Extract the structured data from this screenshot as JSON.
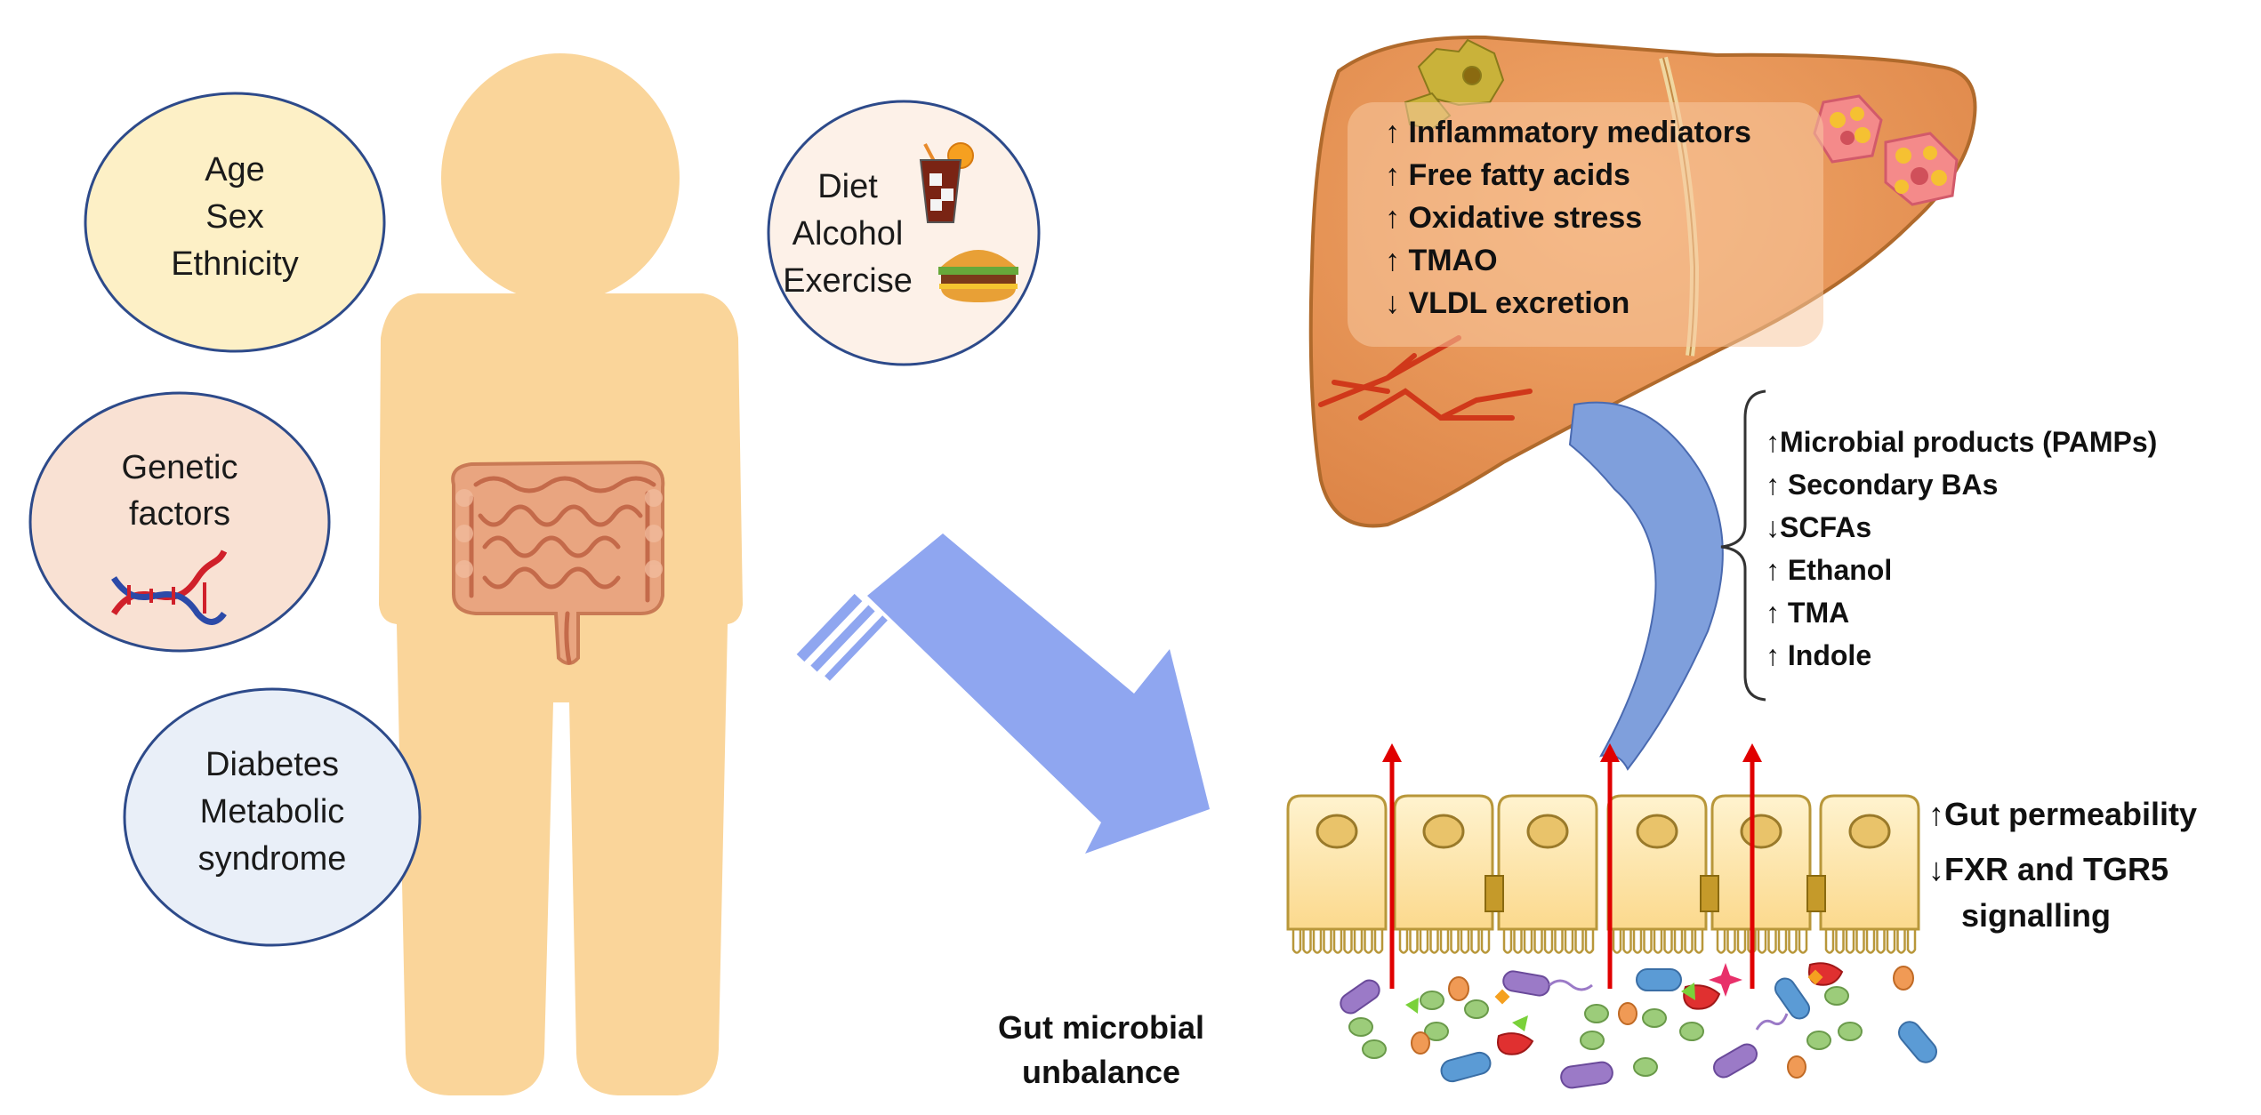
{
  "risk_factors": {
    "demographics": [
      "Age",
      "Sex",
      "Ethnicity"
    ],
    "lifestyle": [
      "Diet",
      "Alcohol",
      "Exercise"
    ],
    "genetic": [
      "Genetic",
      "factors"
    ],
    "metabolic": [
      "Diabetes",
      "Metabolic",
      "syndrome"
    ]
  },
  "liver_effects": [
    {
      "arrow": "↑",
      "text": "Inflammatory mediators"
    },
    {
      "arrow": "↑",
      "text": "Free fatty acids"
    },
    {
      "arrow": "↑",
      "text": "Oxidative stress"
    },
    {
      "arrow": "↑",
      "text": "TMAO"
    },
    {
      "arrow": "↓",
      "text": "VLDL excretion"
    }
  ],
  "microbial_products": [
    {
      "arrow": "↑",
      "text": "Microbial products (PAMPs)"
    },
    {
      "arrow": "↑",
      "text": "Secondary BAs"
    },
    {
      "arrow": "↓",
      "text": "SCFAs"
    },
    {
      "arrow": "↑",
      "text": "Ethanol"
    },
    {
      "arrow": "↑",
      "text": "TMA"
    },
    {
      "arrow": "↑",
      "text": "Indole"
    }
  ],
  "gut_effects": [
    {
      "arrow": "↑",
      "lines": [
        "Gut permeability"
      ]
    },
    {
      "arrow": "↓",
      "lines": [
        "FXR and TGR5",
        "signalling"
      ]
    }
  ],
  "microbiota_label": [
    "Gut microbial",
    "unbalance"
  ],
  "colors": {
    "body": "#fad59a",
    "liver": "#e8935a",
    "liver_outline": "#b06a2c",
    "portal_vein": "#7f9fdc",
    "big_arrow": "#8fa6f0",
    "epithelium": "#fde7a3",
    "epithelium_outline": "#b8973a",
    "red_arrow": "#e00000"
  }
}
